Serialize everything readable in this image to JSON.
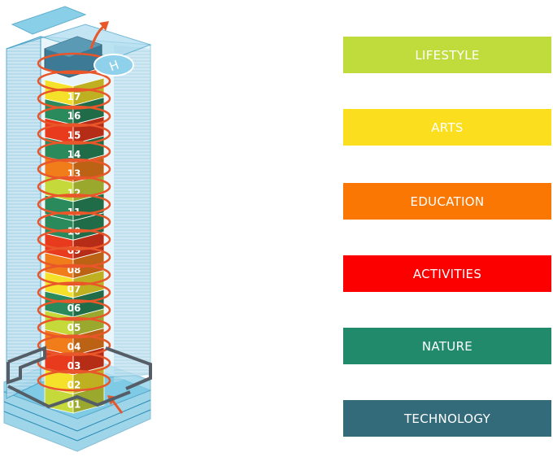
{
  "floors": [
    {
      "label": "01",
      "color": "#c5d93a"
    },
    {
      "label": "02",
      "color": "#f5e12a"
    },
    {
      "label": "03",
      "color": "#e83a1c"
    },
    {
      "label": "04",
      "color": "#f07d1a"
    },
    {
      "label": "05",
      "color": "#c5d93a"
    },
    {
      "label": "06",
      "color": "#2a8a5c"
    },
    {
      "label": "07",
      "color": "#f5e12a"
    },
    {
      "label": "08",
      "color": "#f07d1a"
    },
    {
      "label": "09",
      "color": "#e83a1c"
    },
    {
      "label": "10",
      "color": "#2a8a5c"
    },
    {
      "label": "11",
      "color": "#2a8a5c"
    },
    {
      "label": "12",
      "color": "#c5d93a"
    },
    {
      "label": "13",
      "color": "#f07d1a"
    },
    {
      "label": "14",
      "color": "#2a8a5c"
    },
    {
      "label": "15",
      "color": "#e83a1c"
    },
    {
      "label": "16",
      "color": "#2a8a5c"
    },
    {
      "label": "17",
      "color": "#f5e12a"
    }
  ],
  "helipad_label": "H",
  "legend": [
    {
      "label": "LIFESTYLE",
      "color": "#c0dc3c"
    },
    {
      "label": "ARTS",
      "color": "#fbdf1e"
    },
    {
      "label": "EDUCATION",
      "color": "#fb7703"
    },
    {
      "label": "ACTIVITIES",
      "color": "#fc0000"
    },
    {
      "label": "NATURE",
      "color": "#208a6a"
    },
    {
      "label": "TECHNOLOGY",
      "color": "#346b7a"
    }
  ]
}
